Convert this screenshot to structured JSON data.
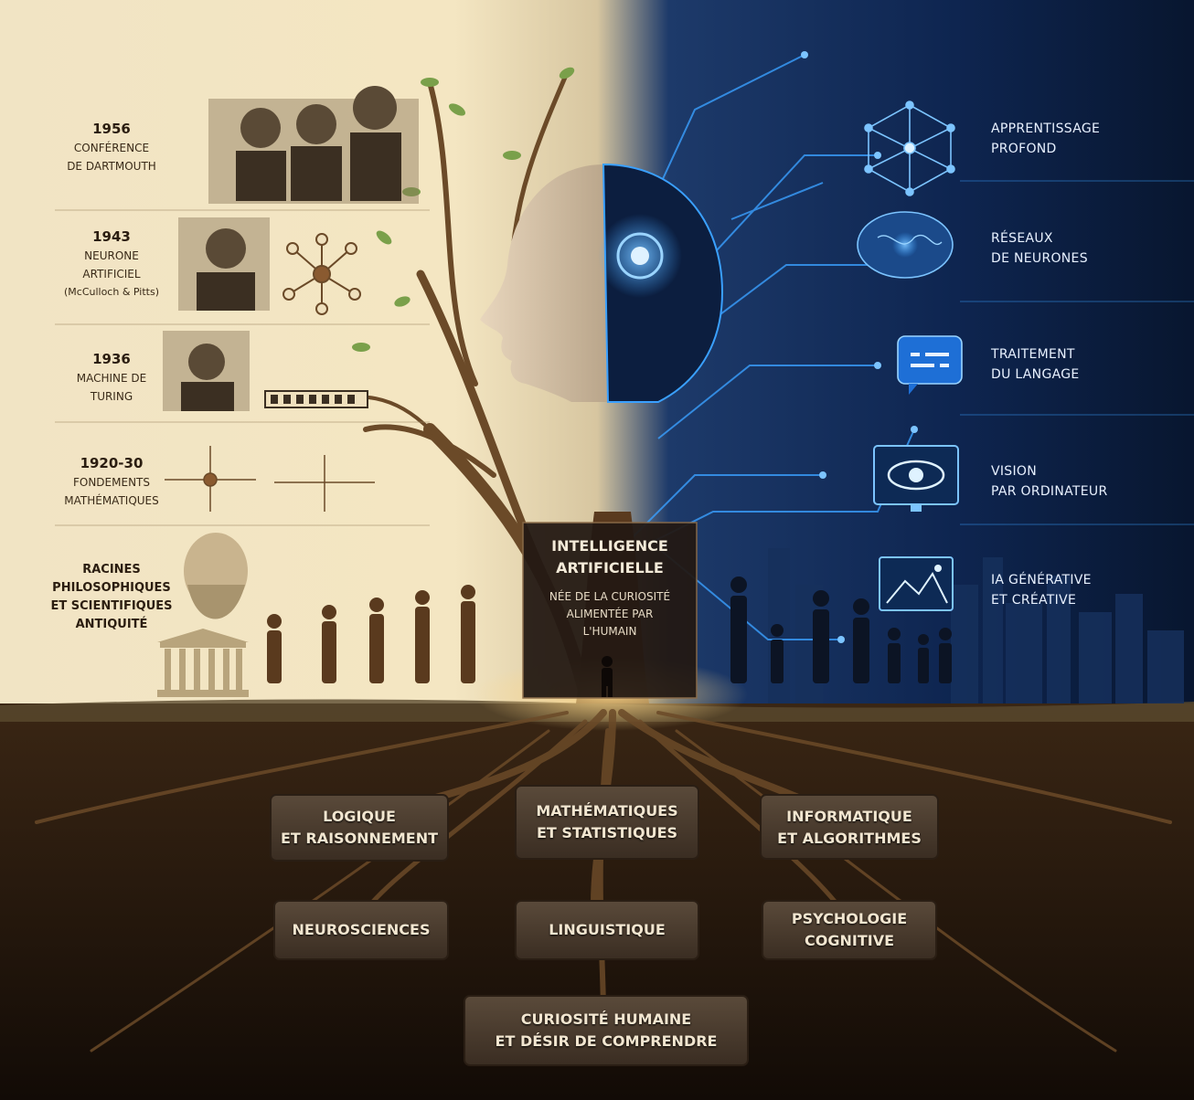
{
  "timeline": [
    {
      "year": "1956",
      "lines": [
        "Conférence",
        "de Dartmouth"
      ]
    },
    {
      "year": "1943",
      "lines": [
        "Neurone",
        "artificiel",
        "(McCulloch & Pitts)"
      ]
    },
    {
      "year": "1936",
      "lines": [
        "Machine de",
        "Turing"
      ]
    },
    {
      "year": "1920-30",
      "lines": [
        "Fondements",
        "mathématiques"
      ]
    },
    {
      "year": "",
      "lines": [
        "Racines",
        "philosophiques",
        "et scientifiques",
        "Antiquité"
      ]
    }
  ],
  "center": {
    "title_lines": [
      "Intelligence",
      "artificielle"
    ],
    "subtitle_lines": [
      "Née de la curiosité",
      "alimentée par",
      "l'humain"
    ]
  },
  "modern": [
    {
      "lines": [
        "Apprentissage",
        "profond"
      ],
      "icon": "neural-network-icon"
    },
    {
      "lines": [
        "Réseaux",
        "de neurones"
      ],
      "icon": "brain-icon"
    },
    {
      "lines": [
        "Traitement",
        "du langage"
      ],
      "icon": "chat-bubble-icon"
    },
    {
      "lines": [
        "Vision",
        "par ordinateur"
      ],
      "icon": "eye-monitor-icon"
    },
    {
      "lines": [
        "IA générative",
        "et créative"
      ],
      "icon": "image-generation-icon"
    }
  ],
  "roots": [
    {
      "lines": [
        "Logique",
        "et raisonnement"
      ]
    },
    {
      "lines": [
        "Mathématiques",
        "et statistiques"
      ]
    },
    {
      "lines": [
        "Informatique",
        "et algorithmes"
      ]
    },
    {
      "lines": [
        "Neurosciences"
      ]
    },
    {
      "lines": [
        "Linguistique"
      ]
    },
    {
      "lines": [
        "Psychologie",
        "cognitive"
      ]
    },
    {
      "lines": [
        "Curiosité humaine",
        "et désir de comprendre"
      ]
    }
  ],
  "colors": {
    "parchment": "#efe0bd",
    "night_blue": "#0b1d3d",
    "glow_blue": "#3aa0ff",
    "soil": "#2a1a0e",
    "stone": "#4a3a2c"
  }
}
